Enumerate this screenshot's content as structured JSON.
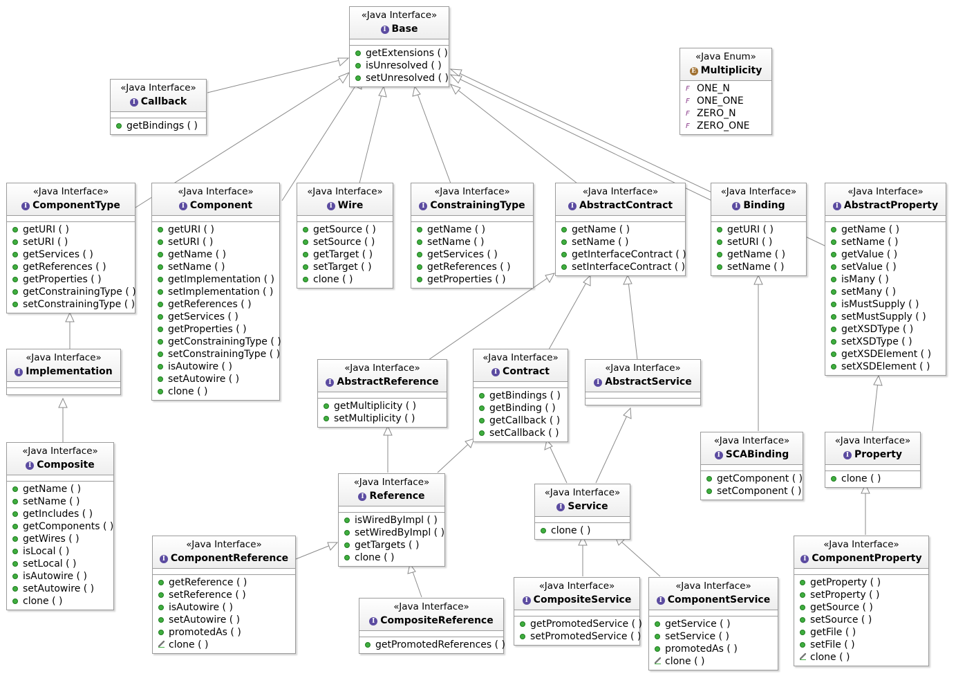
{
  "stereotypes": {
    "interface": "«Java Interface»",
    "enum": "«Java Enum»"
  },
  "colors": {
    "border": "#9a9a9a",
    "method_icon": "#3fae3f",
    "interface_icon": "#5b4ba0",
    "edge": "#8a8a8a"
  },
  "classes": {
    "base": {
      "name": "Base",
      "ops": [
        "getExtensions ( )",
        "isUnresolved ( )",
        "setUnresolved ( )"
      ]
    },
    "callback": {
      "name": "Callback",
      "ops": [
        "getBindings ( )"
      ]
    },
    "multiplicity": {
      "name": "Multiplicity",
      "literals": [
        "ONE_N",
        "ONE_ONE",
        "ZERO_N",
        "ZERO_ONE"
      ]
    },
    "componentType": {
      "name": "ComponentType",
      "ops": [
        "getURI ( )",
        "setURI ( )",
        "getServices ( )",
        "getReferences ( )",
        "getProperties ( )",
        "getConstrainingType ( )",
        "setConstrainingType ( )"
      ]
    },
    "component": {
      "name": "Component",
      "ops": [
        "getURI ( )",
        "setURI ( )",
        "getName ( )",
        "setName ( )",
        "getImplementation ( )",
        "setImplementation ( )",
        "getReferences ( )",
        "getServices ( )",
        "getProperties ( )",
        "getConstrainingType ( )",
        "setConstrainingType ( )",
        "isAutowire ( )",
        "setAutowire ( )",
        "clone ( )"
      ]
    },
    "wire": {
      "name": "Wire",
      "ops": [
        "getSource ( )",
        "setSource ( )",
        "getTarget ( )",
        "setTarget ( )",
        "clone ( )"
      ]
    },
    "constrainingType": {
      "name": "ConstrainingType",
      "ops": [
        "getName ( )",
        "setName ( )",
        "getServices ( )",
        "getReferences ( )",
        "getProperties ( )"
      ]
    },
    "abstractContract": {
      "name": "AbstractContract",
      "ops": [
        "getName ( )",
        "setName ( )",
        "getInterfaceContract ( )",
        "setInterfaceContract ( )"
      ]
    },
    "binding": {
      "name": "Binding",
      "ops": [
        "getURI ( )",
        "setURI ( )",
        "getName ( )",
        "setName ( )"
      ]
    },
    "abstractProperty": {
      "name": "AbstractProperty",
      "ops": [
        "getName ( )",
        "setName ( )",
        "getValue ( )",
        "setValue ( )",
        "isMany ( )",
        "setMany ( )",
        "isMustSupply ( )",
        "setMustSupply ( )",
        "getXSDType ( )",
        "setXSDType ( )",
        "getXSDElement ( )",
        "setXSDElement ( )"
      ]
    },
    "implementation": {
      "name": "Implementation",
      "ops": []
    },
    "composite": {
      "name": "Composite",
      "ops": [
        "getName ( )",
        "setName ( )",
        "getIncludes ( )",
        "getComponents ( )",
        "getWires ( )",
        "isLocal ( )",
        "setLocal ( )",
        "isAutowire ( )",
        "setAutowire ( )",
        "clone ( )"
      ]
    },
    "abstractReference": {
      "name": "AbstractReference",
      "ops": [
        "getMultiplicity ( )",
        "setMultiplicity ( )"
      ]
    },
    "contract": {
      "name": "Contract",
      "ops": [
        "getBindings ( )",
        "getBinding ( )",
        "getCallback ( )",
        "setCallback ( )"
      ]
    },
    "abstractService": {
      "name": "AbstractService",
      "ops": []
    },
    "scaBinding": {
      "name": "SCABinding",
      "ops": [
        "getComponent ( )",
        "setComponent ( )"
      ]
    },
    "property": {
      "name": "Property",
      "ops": [
        "clone ( )"
      ]
    },
    "reference": {
      "name": "Reference",
      "ops": [
        "isWiredByImpl ( )",
        "setWiredByImpl ( )",
        "getTargets ( )",
        "clone ( )"
      ]
    },
    "service": {
      "name": "Service",
      "ops": [
        "clone ( )"
      ]
    },
    "componentReference": {
      "name": "ComponentReference",
      "ops": [
        "getReference ( )",
        "setReference ( )",
        "isAutowire ( )",
        "setAutowire ( )",
        "promotedAs ( )",
        "clone ( )"
      ]
    },
    "compositeReference": {
      "name": "CompositeReference",
      "ops": [
        "getPromotedReferences ( )"
      ]
    },
    "compositeService": {
      "name": "CompositeService",
      "ops": [
        "getPromotedService ( )",
        "setPromotedService ( )"
      ]
    },
    "componentService": {
      "name": "ComponentService",
      "ops": [
        "getService ( )",
        "setService ( )",
        "promotedAs ( )",
        "clone ( )"
      ]
    },
    "componentProperty": {
      "name": "ComponentProperty",
      "ops": [
        "getProperty ( )",
        "setProperty ( )",
        "getSource ( )",
        "setSource ( )",
        "getFile ( )",
        "setFile ( )",
        "clone ( )"
      ]
    }
  }
}
